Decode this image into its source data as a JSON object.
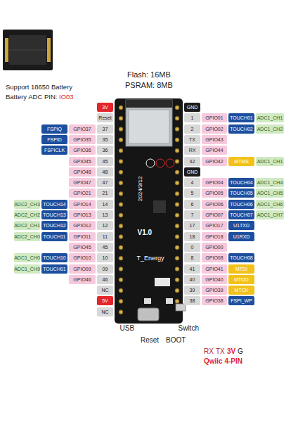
{
  "diagram": {
    "nodes": [
      {
        "text": [
          "3V"
        ]
      },
      {
        "text": [
          "GND"
        ]
      },
      {
        "text": [
          "Reset"
        ]
      },
      {
        "text": [
          "1"
        ]
      },
      {
        "text": [
          "GPIO01"
        ]
      },
      {
        "text": [
          "TOUCH01"
        ]
      },
      {
        "text": [
          "ADC1_CH1"
        ]
      },
      {
        "text": [
          "FSPIQ"
        ]
      },
      {
        "text": [
          "GPIO37"
        ]
      },
      {
        "text": [
          "37"
        ]
      },
      {
        "text": [
          "2"
        ]
      },
      {
        "text": [
          "GPIO02"
        ]
      },
      {
        "text": [
          "TOUCH02"
        ]
      },
      {
        "text": [
          "ADC1_CH2"
        ]
      },
      {
        "text": [
          "FSPID"
        ]
      },
      {
        "text": [
          "GPIO35"
        ]
      },
      {
        "text": [
          "35"
        ]
      },
      {
        "text": [
          "TX"
        ]
      },
      {
        "text": [
          "GPIO43"
        ]
      },
      {
        "text": [
          "FSPICLK"
        ]
      },
      {
        "text": [
          "GPIO36"
        ]
      },
      {
        "text": [
          "36"
        ]
      },
      {
        "text": [
          "RX"
        ]
      },
      {
        "text": [
          "GPIO44"
        ]
      },
      {
        "text": [
          "GPIO45"
        ]
      },
      {
        "text": [
          "45"
        ]
      },
      {
        "text": [
          "42"
        ]
      },
      {
        "text": [
          "GPIO42"
        ]
      },
      {
        "text": [
          "MTMS"
        ]
      },
      {
        "text": [
          "ADC1_CH1"
        ]
      },
      {
        "text": [
          "GPIO48"
        ]
      },
      {
        "text": [
          "48"
        ]
      },
      {
        "text": [
          "GND"
        ]
      },
      {
        "text": [
          "GPIO47"
        ]
      },
      {
        "text": [
          "47"
        ]
      },
      {
        "text": [
          "4"
        ]
      },
      {
        "text": [
          "GPIO04"
        ]
      },
      {
        "text": [
          "TOUCH04"
        ]
      },
      {
        "text": [
          "ADC1_CH4"
        ]
      },
      {
        "text": [
          "GPIO21"
        ]
      },
      {
        "text": [
          "21"
        ]
      },
      {
        "text": [
          "5"
        ]
      },
      {
        "text": [
          "GPIO05"
        ]
      },
      {
        "text": [
          "TOUCH05"
        ]
      },
      {
        "text": [
          "ADC1_CH5"
        ]
      },
      {
        "text": [
          "ADC2_CH3"
        ]
      },
      {
        "text": [
          "TOUCH14"
        ]
      },
      {
        "text": [
          "GPIO14"
        ]
      },
      {
        "text": [
          "14"
        ]
      },
      {
        "text": [
          "6"
        ]
      },
      {
        "text": [
          "GPIO06"
        ]
      },
      {
        "text": [
          "TOUCH06"
        ]
      },
      {
        "text": [
          "ADC1_CH6"
        ]
      },
      {
        "text": [
          "ADC2_CH2"
        ]
      },
      {
        "text": [
          "TOUCH13"
        ]
      },
      {
        "text": [
          "GPIO13"
        ]
      },
      {
        "text": [
          "13"
        ]
      },
      {
        "text": [
          "7"
        ]
      },
      {
        "text": [
          "GPIO07"
        ]
      },
      {
        "text": [
          "TOUCH07"
        ]
      },
      {
        "text": [
          "ADC1_CH7"
        ]
      },
      {
        "text": [
          "ADC2_CH1"
        ]
      },
      {
        "text": [
          "TOUCH12"
        ]
      },
      {
        "text": [
          "GPIO12"
        ]
      },
      {
        "text": [
          "12"
        ]
      },
      {
        "text": [
          "17"
        ]
      },
      {
        "text": [
          "GPIO17"
        ]
      },
      {
        "text": [
          "U1TXD"
        ]
      },
      {
        "text": [
          "ADC2_CH0"
        ]
      },
      {
        "text": [
          "TOUCH11"
        ]
      },
      {
        "text": [
          "GPIO11"
        ]
      },
      {
        "text": [
          "11"
        ]
      },
      {
        "text": [
          "18"
        ]
      },
      {
        "text": [
          "GPIO18"
        ]
      },
      {
        "text": [
          "U1RXD"
        ]
      },
      {
        "text": [
          "GPIO45"
        ]
      },
      {
        "text": [
          "45"
        ]
      },
      {
        "text": [
          "0"
        ]
      },
      {
        "text": [
          "GPIO00"
        ]
      },
      {
        "text": [
          "ADC1_CH0"
        ]
      },
      {
        "text": [
          "TOUCH10"
        ]
      },
      {
        "text": [
          "GPIO10"
        ]
      },
      {
        "text": [
          "10"
        ]
      },
      {
        "text": [
          "8"
        ]
      },
      {
        "text": [
          "GPIO08"
        ]
      },
      {
        "text": [
          "TOUCH08"
        ]
      },
      {
        "text": [
          "ADC1_CH9"
        ]
      },
      {
        "text": [
          "TOUCH01"
        ]
      },
      {
        "text": [
          "GPIO09"
        ]
      },
      {
        "text": [
          "09"
        ]
      },
      {
        "text": [
          "41"
        ]
      },
      {
        "text": [
          "GPIO41"
        ]
      },
      {
        "text": [
          "MTDI"
        ]
      },
      {
        "text": [
          "GPIO46"
        ]
      },
      {
        "text": [
          "46"
        ]
      },
      {
        "text": [
          "40"
        ]
      },
      {
        "text": [
          "GPIO40"
        ]
      },
      {
        "text": [
          "MTDO"
        ]
      },
      {
        "text": [
          "NC"
        ]
      },
      {
        "text": [
          "39"
        ]
      },
      {
        "text": [
          "GPIO39"
        ]
      },
      {
        "text": [
          "MTCK"
        ]
      },
      {
        "text": [
          "5V"
        ]
      },
      {
        "text": [
          "38"
        ]
      },
      {
        "text": [
          "GPIO38"
        ]
      },
      {
        "text": [
          "FSPI_WP"
        ]
      },
      {
        "text": [
          "NC"
        ]
      }
    ],
    "labels": [
      "Support 18650 Battery",
      "Battery ADC PIN:",
      "IO03",
      "Flash: 16MB",
      "PSRAM: 8MB",
      "2024/3/12",
      "V1.0",
      "T_Energy",
      "USB",
      "Reset",
      "BOOT",
      "Switch",
      "RX",
      "TX",
      "3V",
      "G",
      "Qwiic 4-PIN"
    ]
  }
}
